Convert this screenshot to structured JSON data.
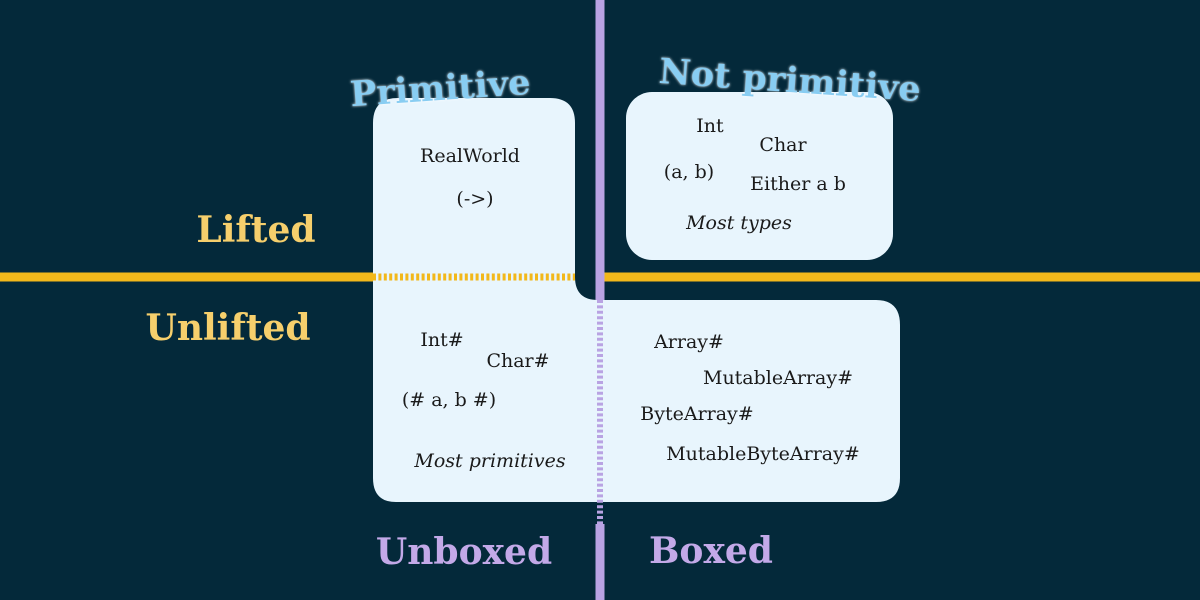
{
  "axes": {
    "lifted": "Lifted",
    "unlifted": "Unlifted",
    "unboxed": "Unboxed",
    "boxed": "Boxed"
  },
  "regions": {
    "primitive": "Primitive",
    "not_primitive": "Not primitive"
  },
  "cells": {
    "primitive_lifted": [
      "RealWorld",
      "(->)"
    ],
    "not_primitive_lifted": [
      "Int",
      "Char",
      "(a, b)",
      "Either a b"
    ],
    "not_primitive_lifted_note": "Most types",
    "primitive_unlifted": [
      "Int#",
      "Char#",
      "(# a, b #)"
    ],
    "primitive_unlifted_note": "Most primitives",
    "boxed_unlifted": [
      "Array#",
      "MutableArray#",
      "ByteArray#",
      "MutableByteArray#"
    ]
  },
  "colors": {
    "background": "#04293a",
    "box_fill": "#e8f5fd",
    "lifted_axis": "#f2b81b",
    "boxed_axis": "#b9a3e3",
    "lifted_label": "#f6cf6c",
    "boxed_label": "#c3a9e8",
    "primitive_label": "#88cdf2",
    "text": "#1a1a1a"
  }
}
